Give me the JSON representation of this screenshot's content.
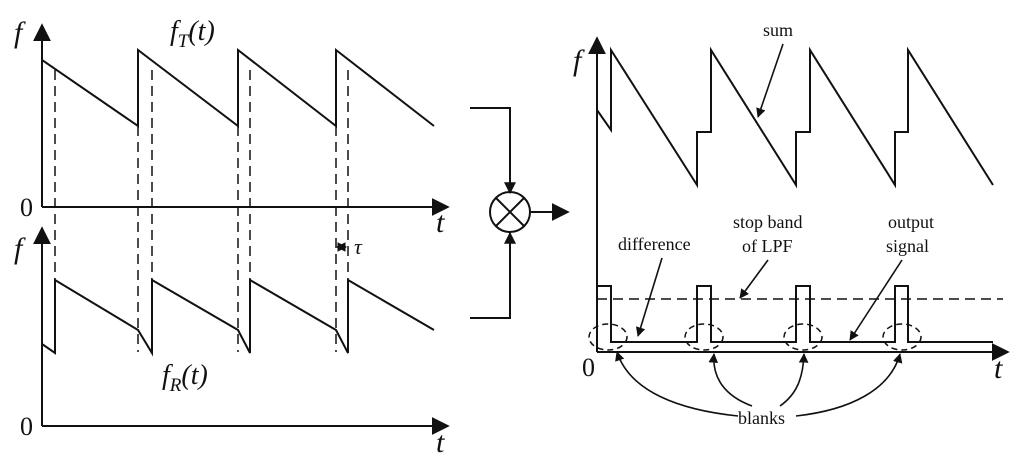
{
  "diagram": {
    "left_top": {
      "y_axis_label": "f",
      "origin_label": "0",
      "x_axis_label": "t",
      "signal_label": "f_T(t)",
      "signal_base": "f",
      "signal_sub": "T"
    },
    "left_bottom": {
      "y_axis_label": "f",
      "origin_label": "0",
      "x_axis_label": "t",
      "signal_label": "f_R(t)",
      "signal_base": "f",
      "signal_sub": "R",
      "delay_label": "τ"
    },
    "mixer": {
      "symbol": "⊗"
    },
    "right": {
      "y_axis_label": "f",
      "origin_label": "0",
      "x_axis_label": "t",
      "annotations": {
        "sum": "sum",
        "difference": "difference",
        "stop_band_line1": "stop band",
        "stop_band_line2": "of LPF",
        "output_line1": "output",
        "output_line2": "signal",
        "blanks": "blanks"
      }
    }
  }
}
